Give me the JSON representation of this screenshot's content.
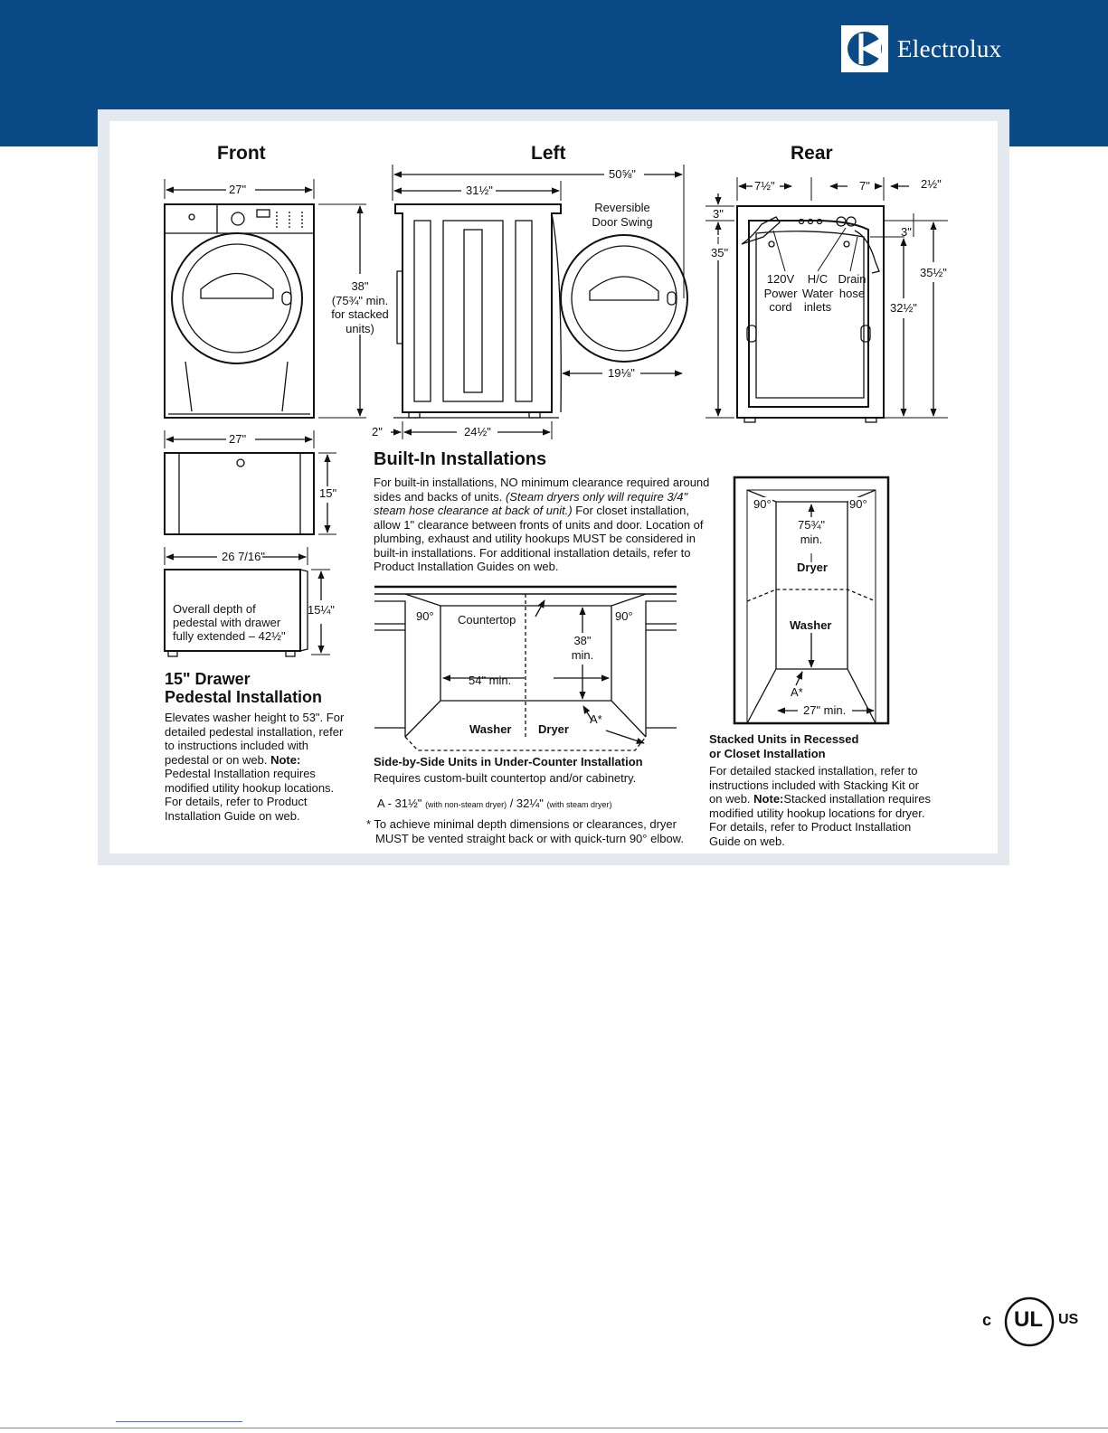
{
  "brand": {
    "name": "Electrolux",
    "color": "#0a4a86",
    "logo_icon": "electrolux-logo-icon"
  },
  "views": {
    "front": "Front",
    "left": "Left",
    "rear": "Rear"
  },
  "front_dims": {
    "width": "27\"",
    "height_lines": [
      "38\"",
      "(75¾\" min.",
      "for stacked",
      "units)"
    ]
  },
  "left_dims": {
    "overall": "50⅝\"",
    "depth": "31½\"",
    "door_swing": [
      "Reversible",
      "Door Swing"
    ],
    "door_depth": "19⅛\"",
    "offset": "2\"",
    "base": "24½\""
  },
  "rear_dims": {
    "left_offset": "7½\"",
    "right_offset": "7\"",
    "side_offset": "2½\"",
    "top": "3\"",
    "top_right": "3\"",
    "height_left": "35\"",
    "height_right": "35½\"",
    "height_inner": "32½\"",
    "labels": {
      "power": [
        "120V",
        "Power",
        "cord"
      ],
      "water": [
        "H/C",
        "Water",
        "inlets"
      ],
      "drain": [
        "Drain",
        "hose"
      ]
    }
  },
  "pedestal": {
    "width_top": "27\"",
    "height_top": "15\"",
    "width_bottom": "26 7/16\"",
    "height_bottom": "15¼\"",
    "depth_note": [
      "Overall depth of",
      "pedestal with drawer",
      "fully extended – 42½\""
    ],
    "title": [
      "15\" Drawer",
      "Pedestal Installation"
    ],
    "body_1": "Elevates washer height to 53\". For detailed pedestal installation, refer to instructions included with pedestal or on web.",
    "note_label": "Note:",
    "body_2": " Pedestal Installation requires modified utility hookup locations. For details, refer to Product Installation Guide on web."
  },
  "built_in": {
    "title": "Built-In Installations",
    "text_1": "For built-in installations, NO minimum clearance required around sides and backs of units.",
    "text_italic": " (Steam dryers only will require 3/4\" steam hose clearance at back of unit.)",
    "text_2": " For closet installation, allow 1\" clearance between fronts of units and door. Location of plumbing, exhaust and utility hookups MUST be considered in built-in installations. For additional installation details, refer to Product Installation Guides on web."
  },
  "under_counter": {
    "angle_left": "90°",
    "angle_right": "90°",
    "countertop": "Countertop",
    "height": [
      "38\"",
      "min."
    ],
    "width": "54\" min.",
    "washer": "Washer",
    "dryer": "Dryer",
    "a_mark": "A*",
    "caption": "Side-by-Side Units in Under-Counter Installation",
    "sub": "Requires custom-built countertop and/or cabinetry.",
    "formula_a": "A - 31½\"",
    "formula_a_note": "(with non-steam dryer)",
    "formula_sep": " / 32¼\"",
    "formula_b_note": "(with steam dryer)",
    "footnote_1": "* To achieve minimal depth dimensions or clearances, dryer",
    "footnote_2": "MUST be vented straight back or with quick-turn 90° elbow."
  },
  "stacked": {
    "angle_left": "90°",
    "angle_right": "90°",
    "height": [
      "75¾\"",
      "min."
    ],
    "dryer": "Dryer",
    "washer": "Washer",
    "a_mark": "A*",
    "width": "27\" min.",
    "title": [
      "Stacked Units in Recessed",
      "or Closet Installation"
    ],
    "body_1": "For detailed stacked installation, refer to instructions included with Stacking Kit or on web.",
    "note_label": "Note:",
    "body_2": "Stacked installation requires modified utility hookup locations for dryer. For details, refer to Product Installation Guide on web."
  },
  "certification": {
    "left": "c",
    "mark": "UL",
    "right": "US"
  }
}
